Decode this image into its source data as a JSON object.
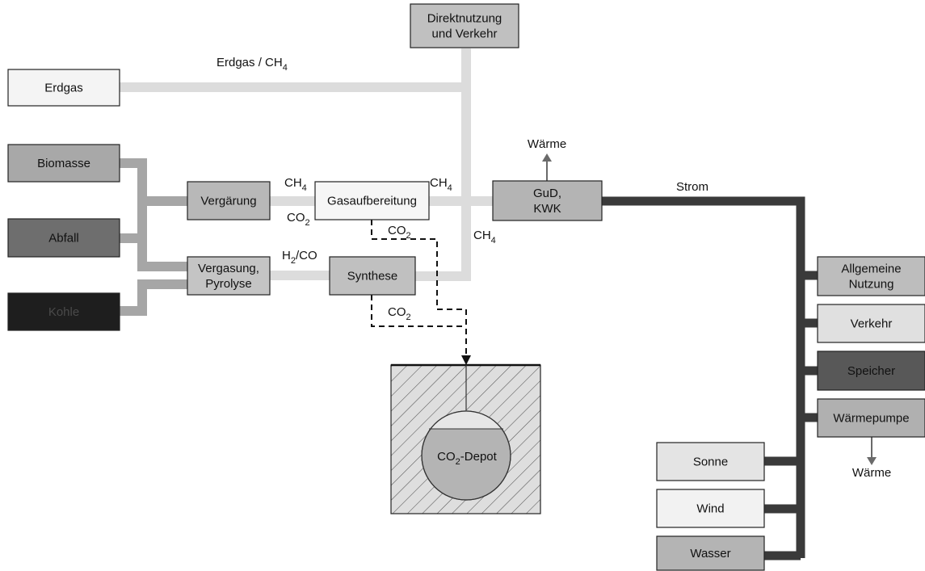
{
  "diagram": {
    "nodes": {
      "direktnutzung": {
        "lines": [
          "Direktnutzung",
          "und Verkehr"
        ],
        "fill": "#c0c0c0"
      },
      "erdgas": {
        "lines": [
          "Erdgas"
        ],
        "fill": "#f4f4f4"
      },
      "biomasse": {
        "lines": [
          "Biomasse"
        ],
        "fill": "#a8a8a8"
      },
      "abfall": {
        "lines": [
          "Abfall"
        ],
        "fill": "#6e6e6e"
      },
      "kohle": {
        "lines": [
          "Kohle"
        ],
        "fill": "#1e1e1e"
      },
      "vergaerung": {
        "lines": [
          "Vergärung"
        ],
        "fill": "#b8b8b8"
      },
      "vergasung": {
        "lines": [
          "Vergasung,",
          "Pyrolyse"
        ],
        "fill": "#c4c4c4"
      },
      "gasaufbereitung": {
        "lines": [
          "Gasaufbereitung"
        ],
        "fill": "#f6f6f6"
      },
      "synthese": {
        "lines": [
          "Synthese"
        ],
        "fill": "#c0c0c0"
      },
      "gud": {
        "lines": [
          "GuD,",
          "KWK"
        ],
        "fill": "#b4b4b4"
      },
      "allgemeine": {
        "lines": [
          "Allgemeine",
          "Nutzung"
        ],
        "fill": "#bdbdbd"
      },
      "verkehr": {
        "lines": [
          "Verkehr"
        ],
        "fill": "#e0e0e0"
      },
      "speicher": {
        "lines": [
          "Speicher"
        ],
        "fill": "#585858"
      },
      "waermepumpe": {
        "lines": [
          "Wärmepumpe"
        ],
        "fill": "#b0b0b0"
      },
      "sonne": {
        "lines": [
          "Sonne"
        ],
        "fill": "#e4e4e4"
      },
      "wind": {
        "lines": [
          "Wind"
        ],
        "fill": "#f2f2f2"
      },
      "wasser": {
        "lines": [
          "Wasser"
        ],
        "fill": "#b4b4b4"
      }
    },
    "labels": {
      "erdgas_ch4": {
        "text": "Erdgas / CH",
        "sub": "4"
      },
      "ch4_left": {
        "text": "CH",
        "sub": "4"
      },
      "ch4_right": {
        "text": "CH",
        "sub": "4"
      },
      "co2_left": {
        "text": "CO",
        "sub": "2"
      },
      "co2_gas": {
        "text": "CO",
        "sub": "2"
      },
      "ch4_synth": {
        "text": "CH",
        "sub": "4"
      },
      "h2co": {
        "text": "H",
        "sub": "2",
        "after": "/CO"
      },
      "co2_synth": {
        "text": "CO",
        "sub": "2"
      },
      "waerme_top": {
        "text": "Wärme"
      },
      "strom": {
        "text": "Strom"
      },
      "waerme_bottom": {
        "text": "Wärme"
      },
      "depot": {
        "text": "CO",
        "sub": "2",
        "after": "-Depot"
      }
    },
    "colors": {
      "gas_line": "#dcdcdc",
      "bio_line": "#a6a6a6",
      "strom_line": "#3a3a3a",
      "arrow": "#6a6a6a",
      "depot_fill": "#b4b4b4",
      "depot_top": "#e6e6e6"
    }
  }
}
